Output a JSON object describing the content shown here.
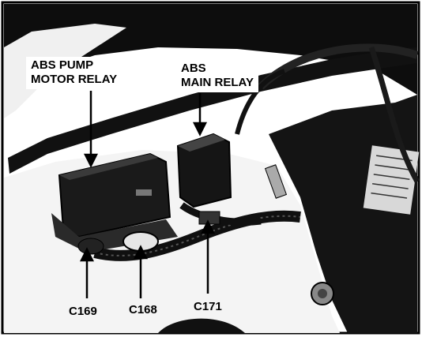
{
  "callouts": {
    "abs_pump_motor_relay": {
      "line1": "ABS PUMP",
      "line2": "MOTOR RELAY"
    },
    "abs_main_relay": {
      "line1": "ABS",
      "line2": "MAIN RELAY"
    }
  },
  "connectors": {
    "c169": "C169",
    "c168": "C168",
    "c171": "C171"
  },
  "colors": {
    "photo_dark": "#0a0a0a",
    "photo_light": "#f2f2f2",
    "label_background": "#ffffff",
    "ink": "#000000"
  }
}
